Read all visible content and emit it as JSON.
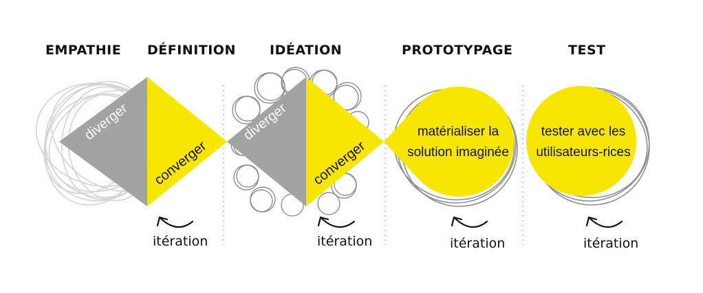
{
  "phases": {
    "empathie": "EMPATHIE",
    "definition": "DÉFINITION",
    "ideation": "IDÉATION",
    "prototypage": "PROTOTYPAGE",
    "test": "TEST"
  },
  "shapes": {
    "diverger_1": "diverger",
    "converger_1": "converger",
    "diverger_2": "diverger",
    "converger_2": "converger",
    "prototype_line1": "matérialiser la",
    "prototype_line2": "solution imaginée",
    "test_line1": "tester avec les",
    "test_line2": "utilisateurs-rices"
  },
  "iterations": {
    "i1": "itération",
    "i2": "itération",
    "i3": "itération",
    "i4": "itération"
  },
  "colors": {
    "yellow": "#f7e600",
    "gray": "#a3a3a3",
    "scribble_light": "#d4d4d4",
    "scribble_dark": "#8f8f8f",
    "text": "#111111"
  }
}
